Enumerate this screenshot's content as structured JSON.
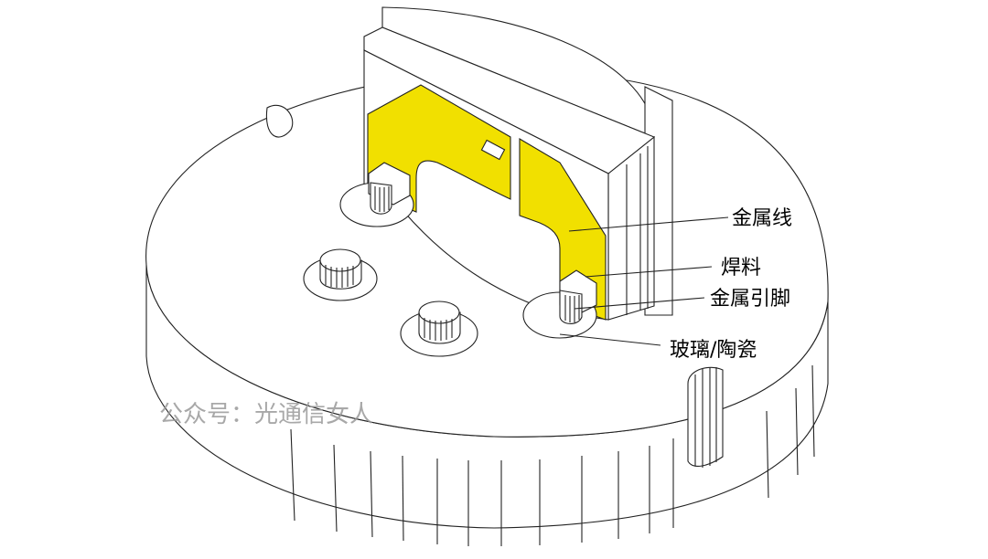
{
  "labels": {
    "wire": "金属线",
    "solder": "焊料",
    "pin": "金属引脚",
    "glass": "玻璃/陶瓷"
  },
  "watermark": "公众号：光通信女人",
  "colors": {
    "metal_trace": "#f1e000",
    "line": "#222222",
    "background": "#ffffff",
    "watermark": "#9a9a9a"
  }
}
